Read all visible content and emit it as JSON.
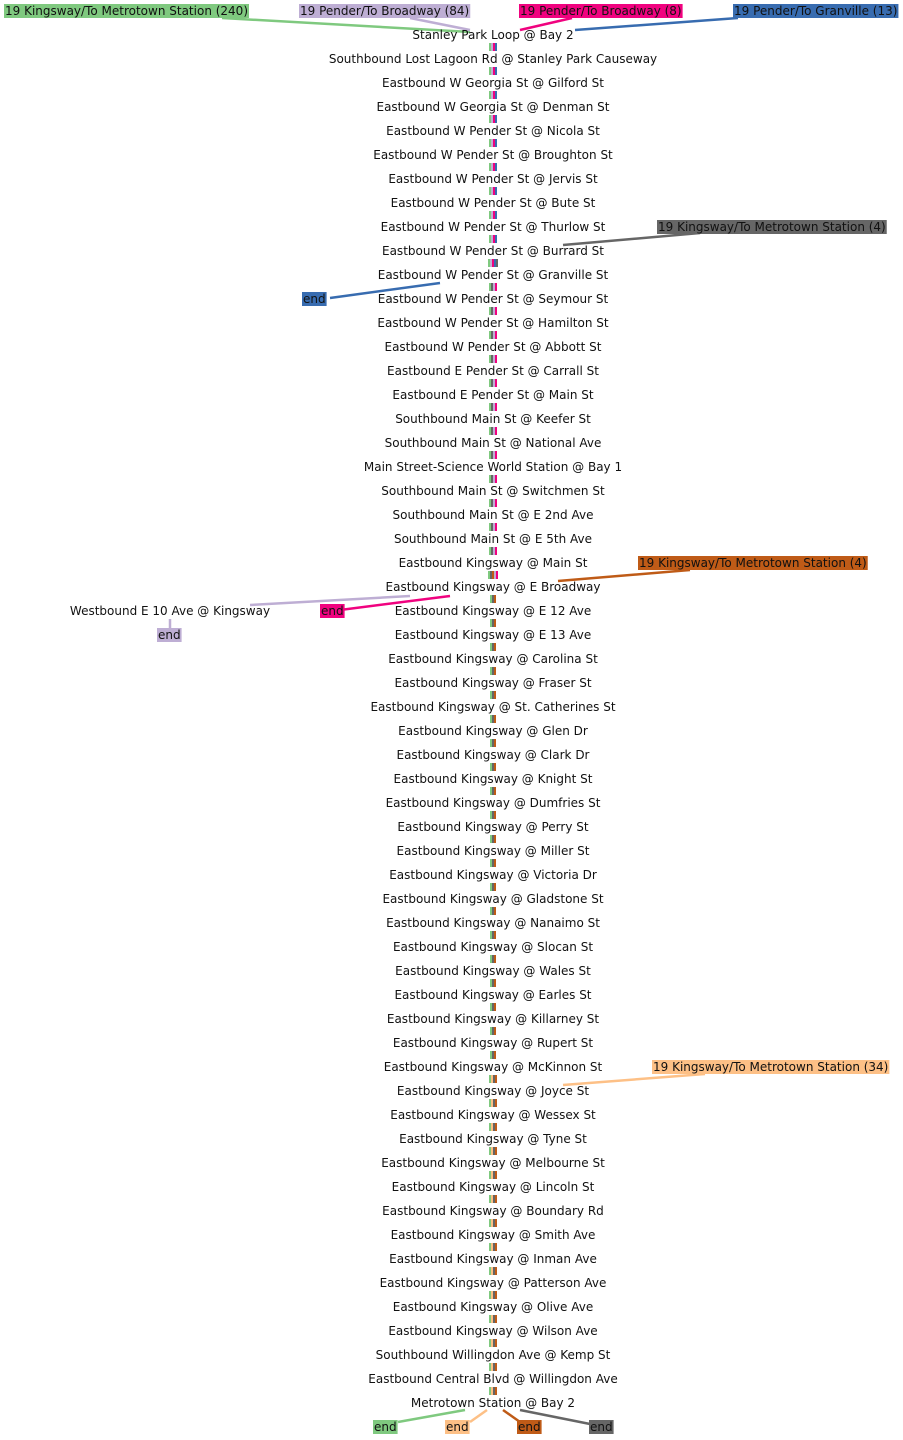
{
  "diagram": {
    "stops": [
      "Stanley Park Loop @ Bay 2",
      "Southbound Lost Lagoon Rd @ Stanley Park Causeway",
      "Eastbound W Georgia St @ Gilford St",
      "Eastbound W Georgia St @ Denman St",
      "Eastbound W Pender St @ Nicola St",
      "Eastbound W Pender St @ Broughton St",
      "Eastbound W Pender St @ Jervis St",
      "Eastbound W Pender St @ Bute St",
      "Eastbound W Pender St @ Thurlow St",
      "Eastbound W Pender St @ Burrard St",
      "Eastbound W Pender St @ Granville St",
      "Eastbound W Pender St @ Seymour St",
      "Eastbound W Pender St @ Hamilton St",
      "Eastbound W Pender St @ Abbott St",
      "Eastbound E Pender St @ Carrall St",
      "Eastbound E Pender St @ Main St",
      "Southbound Main St @ Keefer St",
      "Southbound Main St @ National Ave",
      "Main Street-Science World Station @ Bay 1",
      "Southbound Main St @ Switchmen St",
      "Southbound Main St @ E 2nd Ave",
      "Southbound Main St @ E 5th Ave",
      "Eastbound Kingsway @ Main St",
      "Eastbound Kingsway @ E Broadway",
      "Eastbound Kingsway @ E 12 Ave",
      "Eastbound Kingsway @ E 13 Ave",
      "Eastbound Kingsway @ Carolina St",
      "Eastbound Kingsway @ Fraser St",
      "Eastbound Kingsway @ St. Catherines St",
      "Eastbound Kingsway @ Glen Dr",
      "Eastbound Kingsway @ Clark Dr",
      "Eastbound Kingsway @ Knight St",
      "Eastbound Kingsway @ Dumfries St",
      "Eastbound Kingsway @ Perry St",
      "Eastbound Kingsway @ Miller St",
      "Eastbound Kingsway @ Victoria Dr",
      "Eastbound Kingsway @ Gladstone St",
      "Eastbound Kingsway @ Nanaimo St",
      "Eastbound Kingsway @ Slocan St",
      "Eastbound Kingsway @ Wales St",
      "Eastbound Kingsway @ Earles St",
      "Eastbound Kingsway @ Killarney St",
      "Eastbound Kingsway @ Rupert St",
      "Eastbound Kingsway @ McKinnon St",
      "Eastbound Kingsway @ Joyce St",
      "Eastbound Kingsway @ Wessex St",
      "Eastbound Kingsway @ Tyne St",
      "Eastbound Kingsway @ Melbourne St",
      "Eastbound Kingsway @ Lincoln St",
      "Eastbound Kingsway @ Boundary Rd",
      "Eastbound Kingsway @ Smith Ave",
      "Eastbound Kingsway @ Inman Ave",
      "Eastbound Kingsway @ Patterson Ave",
      "Eastbound Kingsway @ Olive Ave",
      "Eastbound Kingsway @ Wilson Ave",
      "Southbound Willingdon Ave @ Kemp St",
      "Eastbound Central Blvd @ Willingdon Ave",
      "Metrotown Station @ Bay 2"
    ],
    "side_stop": "Westbound E 10 Ave @ Kingsway",
    "patterns": [
      {
        "label": "19 Kingsway/To Metrotown Station (240)",
        "color": "#7fc97f"
      },
      {
        "label": "19 Pender/To Broadway (84)",
        "color": "#beaed4"
      },
      {
        "label": "19 Pender/To Broadway (8)",
        "color": "#f0027f"
      },
      {
        "label": "19 Pender/To Granville (13)",
        "color": "#386cb0"
      },
      {
        "label": "19 Kingsway/To Metrotown Station (4)",
        "color": "#666666"
      },
      {
        "label": "19 Kingsway/To Metrotown Station (4)",
        "color": "#bf5b17"
      },
      {
        "label": "19 Kingsway/To Metrotown Station (34)",
        "color": "#fdc086"
      }
    ],
    "end_label": "end"
  }
}
